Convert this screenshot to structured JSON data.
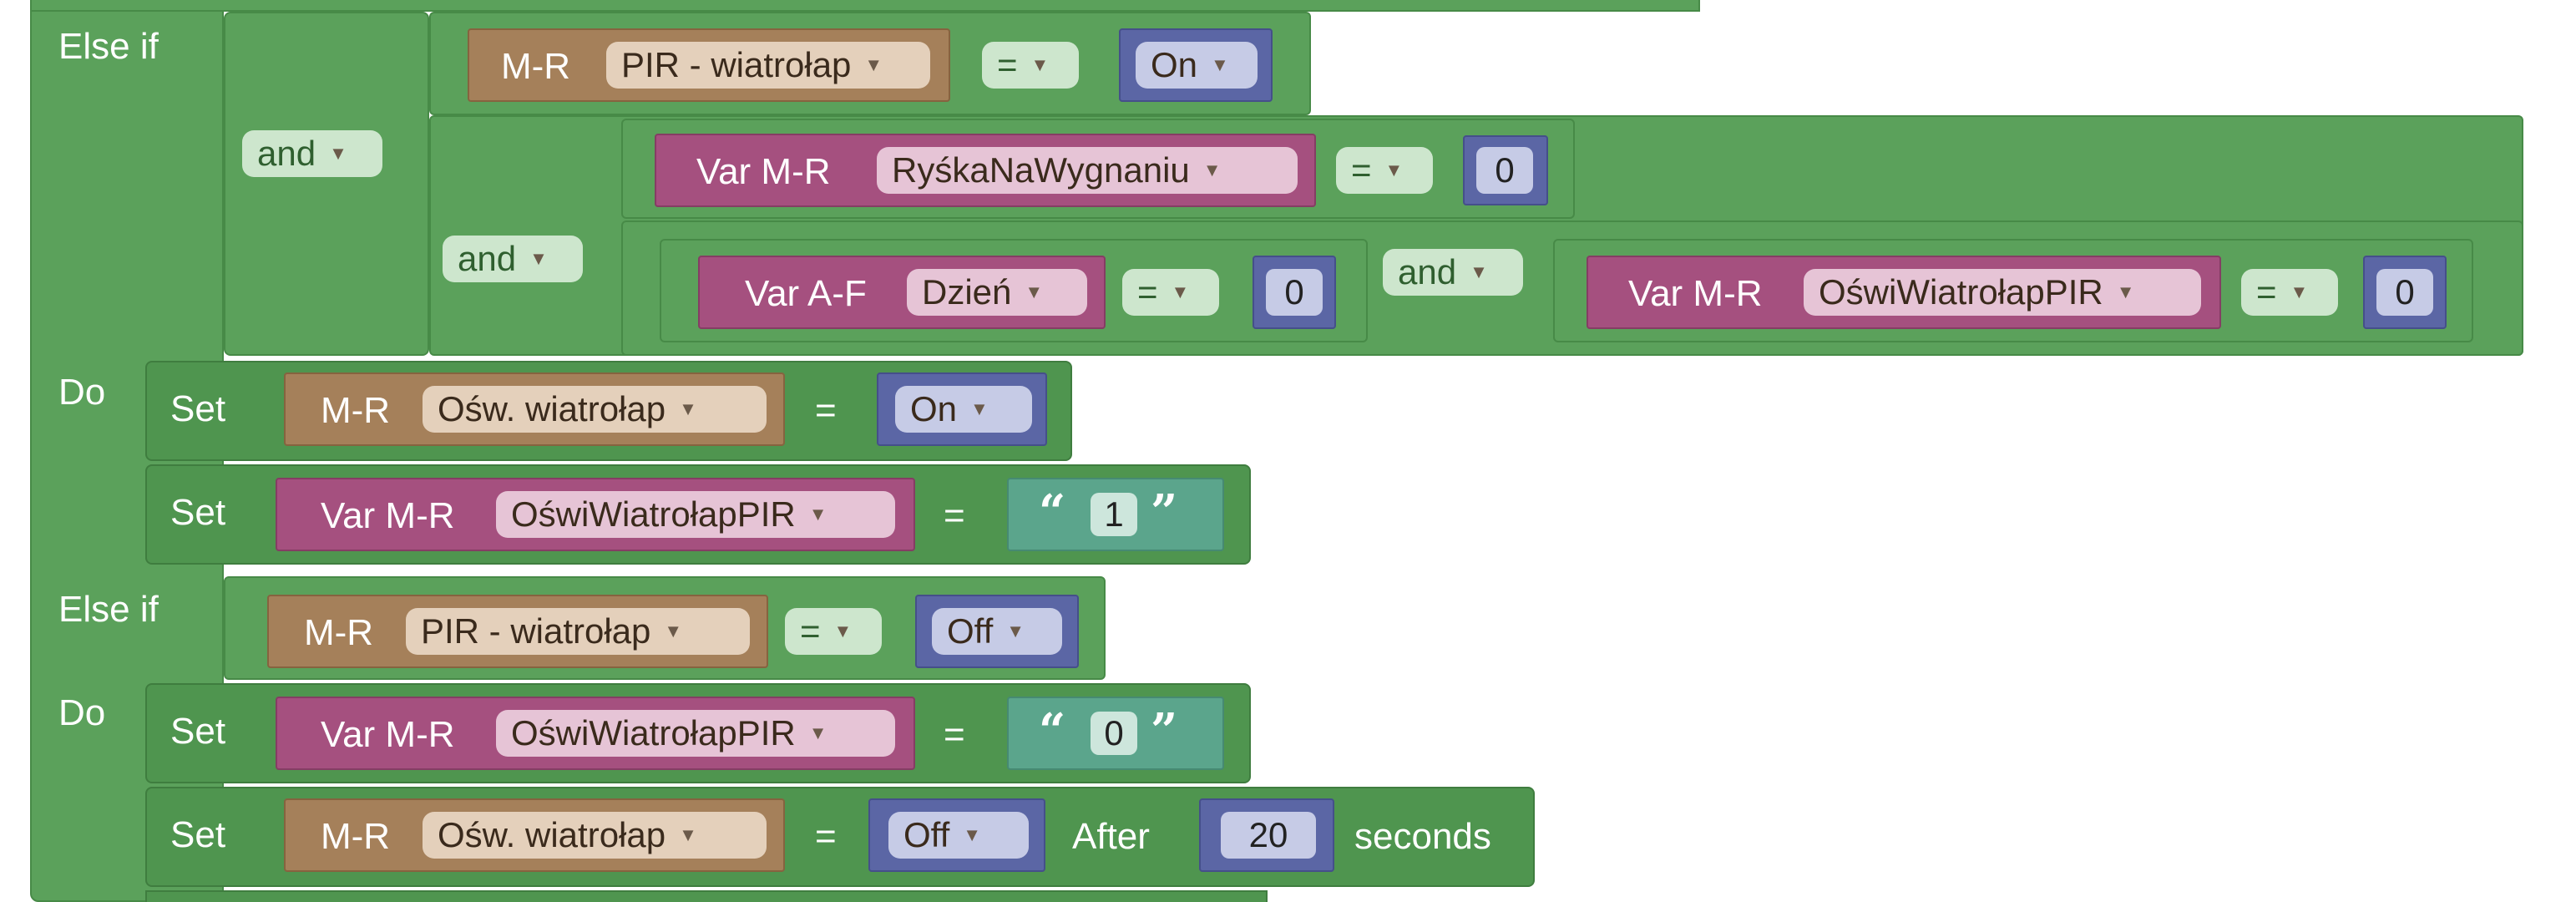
{
  "colors": {
    "logic_green": "#5ba15b",
    "device_brown": "#a5805a",
    "variable_pink": "#a5507f",
    "value_blue": "#5b66a5",
    "text_teal": "#5ba58c"
  },
  "keywords": {
    "else_if_1": "Else if",
    "do_1": "Do",
    "else_if_2": "Else if",
    "do_2": "Do",
    "and_outer": "and",
    "and_inner": "and",
    "and_row": "and",
    "set": "Set",
    "after": "After",
    "seconds": "seconds"
  },
  "condition1": {
    "pir_block": {
      "label": "M-R",
      "device": "PIR - wiatrołap",
      "op": "=",
      "value": "On"
    },
    "rys_block": {
      "label": "Var M-R",
      "variable": "RyśkaNaWygnaniu",
      "op": "=",
      "value": "0"
    },
    "dzien_block": {
      "label": "Var A-F",
      "variable": "Dzień",
      "op": "=",
      "value": "0"
    },
    "osw_block": {
      "label": "Var M-R",
      "variable": "OświWiatrołapPIR",
      "op": "=",
      "value": "0"
    }
  },
  "do1": {
    "set1": {
      "label": "M-R",
      "device": "Ośw. wiatrołap",
      "eq": "=",
      "value": "On"
    },
    "set2": {
      "label": "Var M-R",
      "variable": "OświWiatrołapPIR",
      "eq": "=",
      "text_value": "1"
    }
  },
  "condition2": {
    "pir_block": {
      "label": "M-R",
      "device": "PIR - wiatrołap",
      "op": "=",
      "value": "Off"
    }
  },
  "do2": {
    "set1": {
      "label": "Var M-R",
      "variable": "OświWiatrołapPIR",
      "eq": "=",
      "text_value": "0"
    },
    "set2": {
      "label": "M-R",
      "device": "Ośw. wiatrołap",
      "eq": "=",
      "value": "Off",
      "delay": "20"
    }
  },
  "quotes": {
    "open": "“",
    "close": "”"
  }
}
